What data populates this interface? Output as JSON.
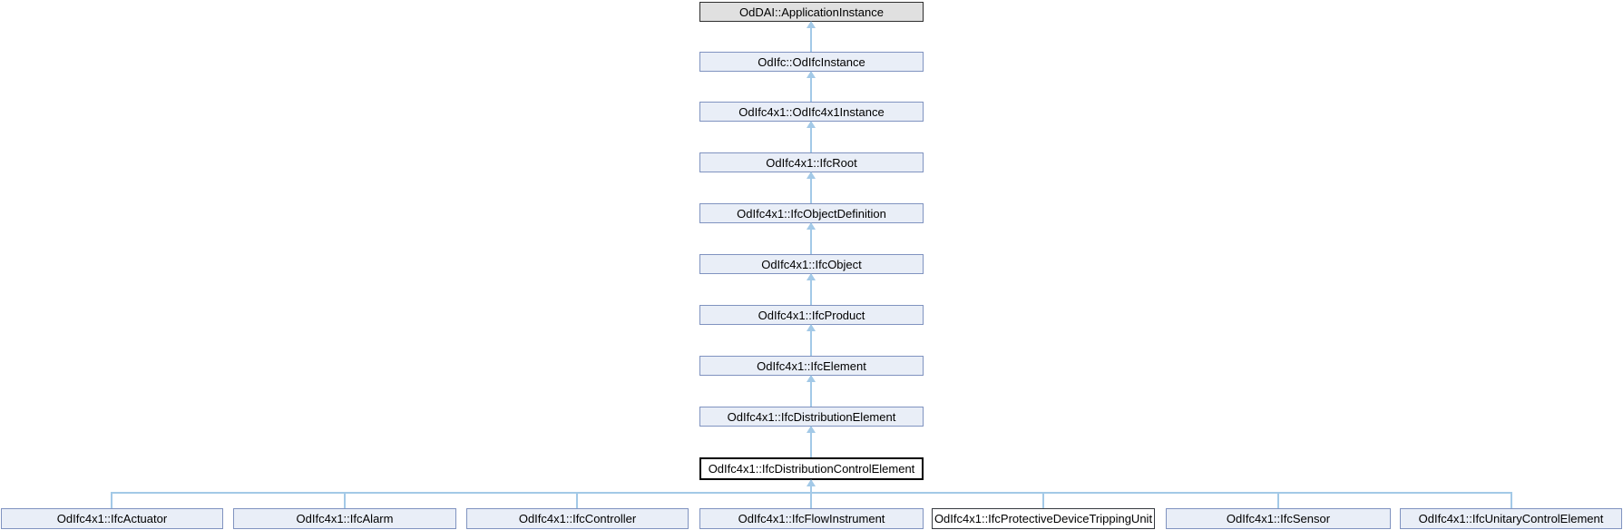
{
  "diagram": {
    "kind": "class-inheritance-graph",
    "current_class": "OdIfc4x1::IfcDistributionControlElement",
    "chain": [
      {
        "label": "OdDAI::ApplicationInstance",
        "style": "gray"
      },
      {
        "label": "OdIfc::OdIfcInstance",
        "style": "default"
      },
      {
        "label": "OdIfc4x1::OdIfc4x1Instance",
        "style": "default"
      },
      {
        "label": "OdIfc4x1::IfcRoot",
        "style": "default"
      },
      {
        "label": "OdIfc4x1::IfcObjectDefinition",
        "style": "default"
      },
      {
        "label": "OdIfc4x1::IfcObject",
        "style": "default"
      },
      {
        "label": "OdIfc4x1::IfcProduct",
        "style": "default"
      },
      {
        "label": "OdIfc4x1::IfcElement",
        "style": "default"
      },
      {
        "label": "OdIfc4x1::IfcDistributionElement",
        "style": "default"
      },
      {
        "label": "OdIfc4x1::IfcDistributionControlElement",
        "style": "current"
      }
    ],
    "children": [
      {
        "label": "OdIfc4x1::IfcActuator",
        "style": "default"
      },
      {
        "label": "OdIfc4x1::IfcAlarm",
        "style": "default"
      },
      {
        "label": "OdIfc4x1::IfcController",
        "style": "default"
      },
      {
        "label": "OdIfc4x1::IfcFlowInstrument",
        "style": "default"
      },
      {
        "label": "OdIfc4x1::IfcProtectiveDeviceTrippingUnit",
        "style": "plain"
      },
      {
        "label": "OdIfc4x1::IfcSensor",
        "style": "default"
      },
      {
        "label": "OdIfc4x1::IfcUnitaryControlElement",
        "style": "default"
      }
    ],
    "colors": {
      "node_fill": "#e9eef7",
      "node_border": "#8093c0",
      "gray_fill": "#e0e0e0",
      "gray_border": "#2e2e2e",
      "current_fill": "#ffffff",
      "current_border": "#000000",
      "plain_fill": "#ffffff",
      "plain_border": "#35393f",
      "edge": "#a3c9e7",
      "text": "#000000",
      "background": "#ffffff"
    }
  }
}
